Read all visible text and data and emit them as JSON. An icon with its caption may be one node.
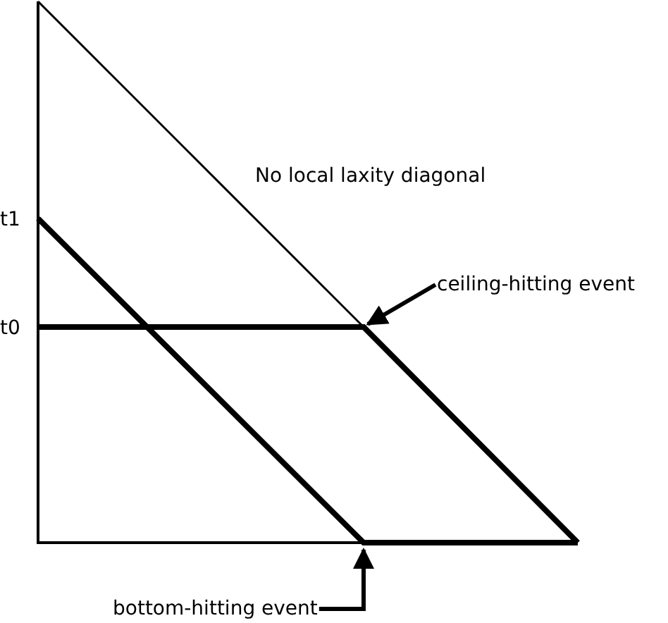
{
  "diagram": {
    "nodes": [
      {
        "text": [
          "ceiling-hitting event"
        ]
      },
      {
        "text": [
          "bottom-hitting event"
        ]
      }
    ],
    "edges": [
      {
        "from": 0,
        "to": null,
        "arrow": "to"
      },
      {
        "from": 1,
        "to": null,
        "arrow": "to"
      }
    ],
    "labels": [
      "No local laxity diagonal",
      "t1",
      "t0"
    ]
  }
}
